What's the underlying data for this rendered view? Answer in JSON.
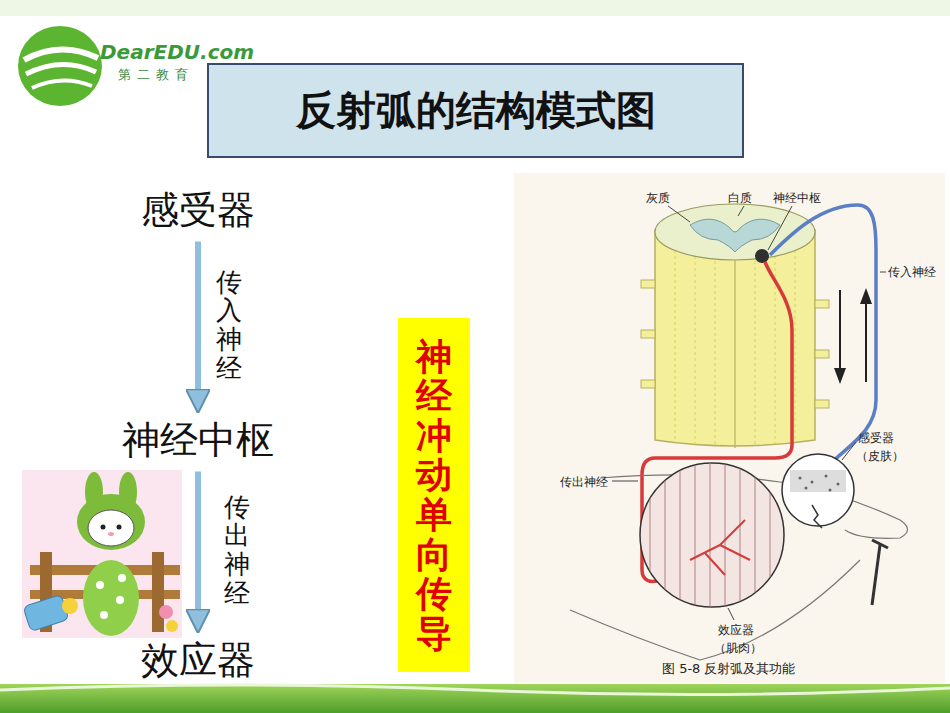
{
  "diagram": {
    "title": "反射弧的结构模式图",
    "nodes": [
      {
        "text": [
          "感受器"
        ]
      },
      {
        "text": [
          "神经中枢"
        ]
      },
      {
        "text": [
          "效应器"
        ]
      },
      {
        "text": [
          "神经冲动单向传导"
        ]
      }
    ],
    "edges": [
      {
        "from": 0,
        "to": 1,
        "arrow": "to",
        "label": "传入神经"
      },
      {
        "from": 1,
        "to": 2,
        "arrow": "to",
        "label": "传出神经"
      }
    ],
    "labels": [
      "DearEDU.com",
      "第二教育",
      "灰质",
      "白质",
      "神经中枢",
      "传入神经",
      "感受器",
      "（皮肤）",
      "传出神经",
      "效应器",
      "（肌肉）",
      "图 5-8 反射弧及其功能"
    ]
  }
}
